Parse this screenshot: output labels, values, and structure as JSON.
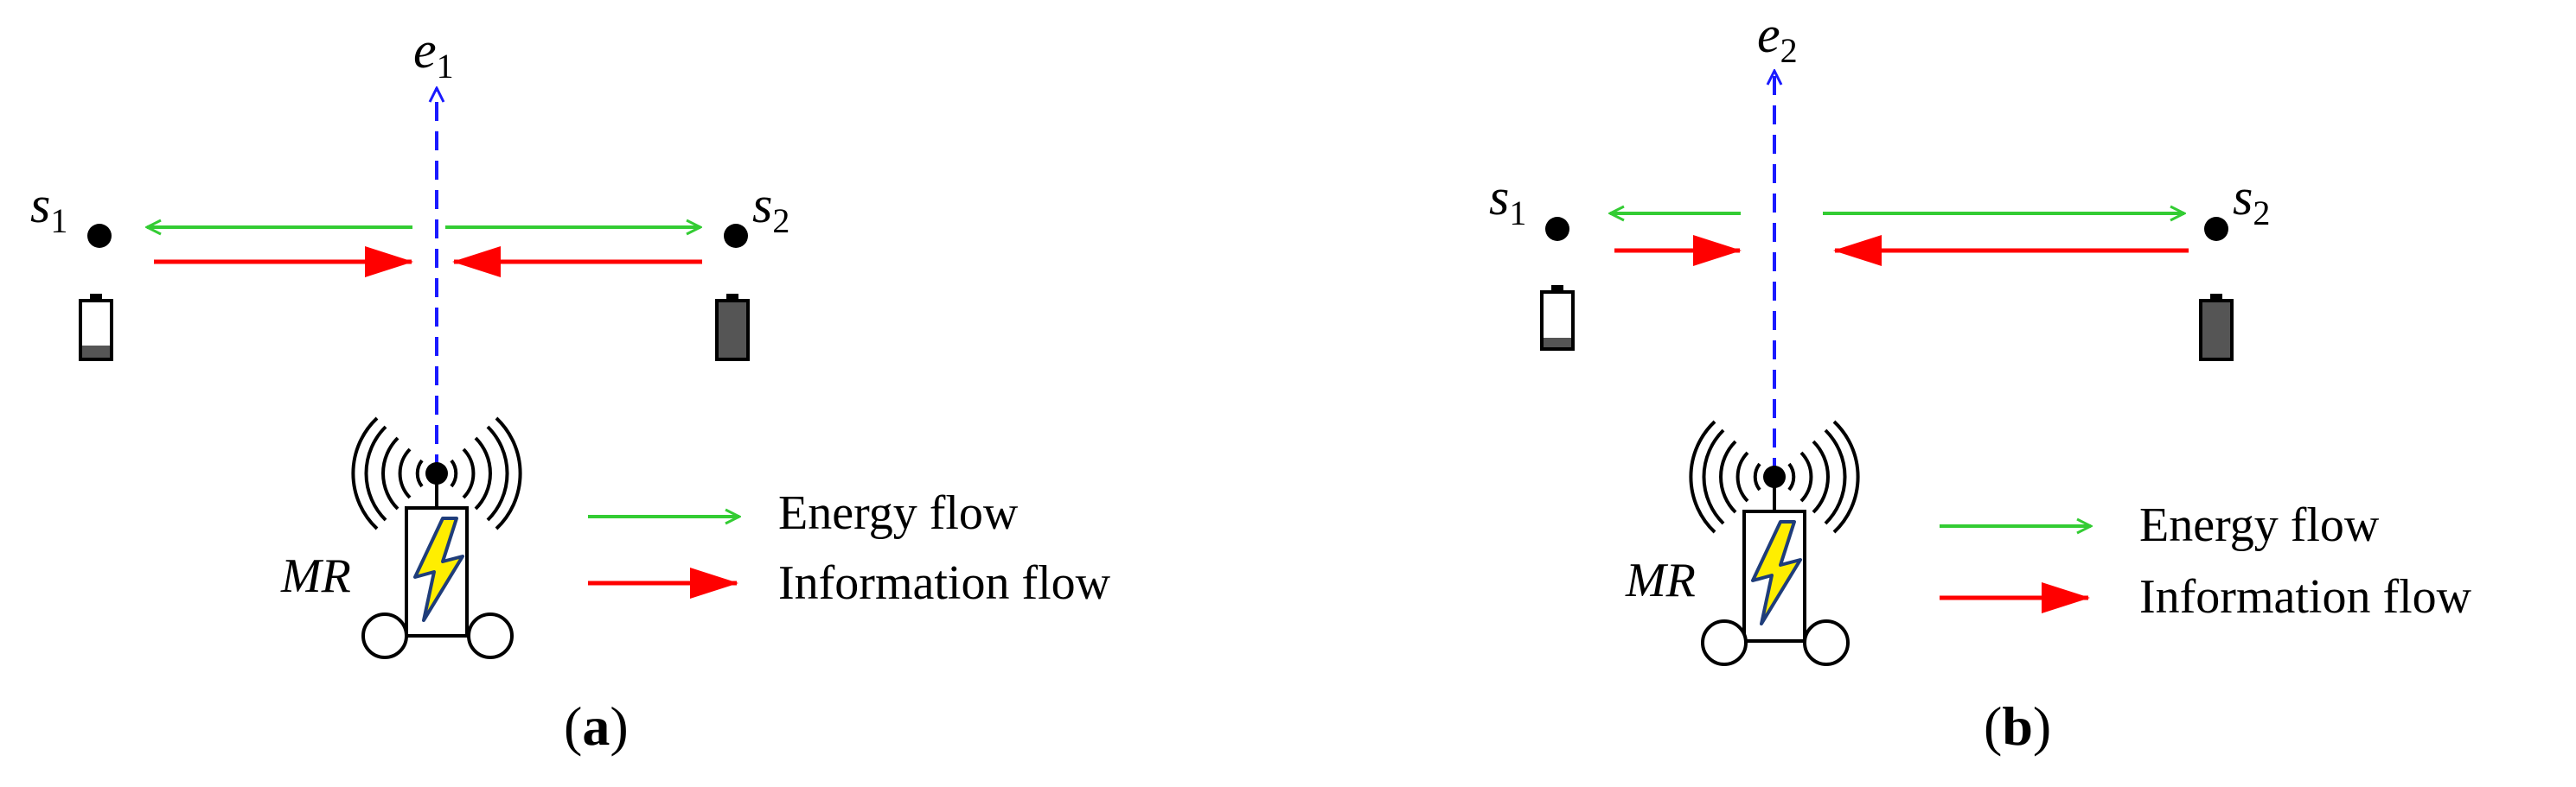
{
  "panels": [
    {
      "id": "a",
      "eavesdropper": {
        "symbol": "e",
        "index": "1"
      },
      "source_left": {
        "symbol": "s",
        "index": "1"
      },
      "source_right": {
        "symbol": "s",
        "index": "2"
      },
      "robot_label": "MR",
      "legend": {
        "energy": "Energy flow",
        "information": "Information flow"
      },
      "caption": {
        "open": "(",
        "letter": "a",
        "close": ")"
      }
    },
    {
      "id": "b",
      "eavesdropper": {
        "symbol": "e",
        "index": "2"
      },
      "source_left": {
        "symbol": "s",
        "index": "1"
      },
      "source_right": {
        "symbol": "s",
        "index": "2"
      },
      "robot_label": "MR",
      "legend": {
        "energy": "Energy flow",
        "information": "Information flow"
      },
      "caption": {
        "open": "(",
        "letter": "b",
        "close": ")"
      }
    }
  ],
  "colors": {
    "energy": "#33cc33",
    "information": "#ff0000",
    "eavesdrop_link": "#1a1aff",
    "battery_fill": "#555555",
    "bolt": "#ffee00"
  },
  "icons": [
    "battery-low-icon",
    "battery-full-icon",
    "antenna-waves-icon",
    "lightning-bolt-icon",
    "wheel-icon"
  ]
}
